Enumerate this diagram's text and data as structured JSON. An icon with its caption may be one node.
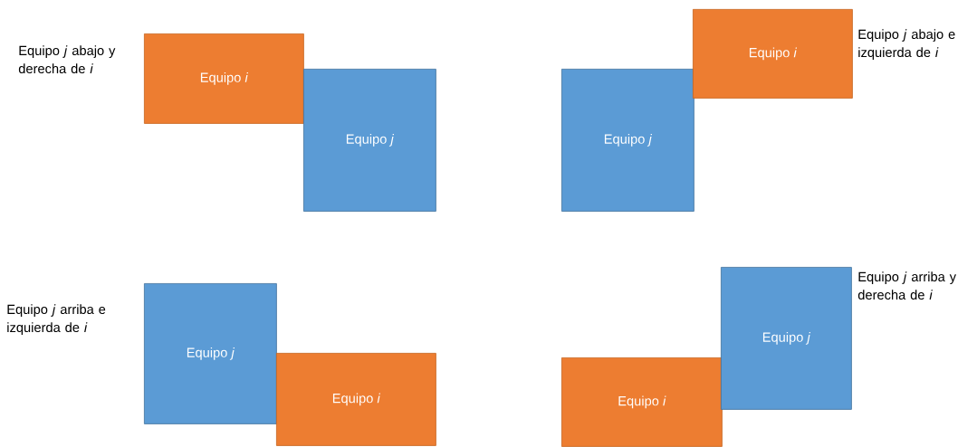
{
  "diagram": {
    "nodes": [
      {
        "text": [
          "Equipo *i*"
        ]
      },
      {
        "text": [
          "Equipo *j*"
        ]
      },
      {
        "text": [
          "Equipo *j*"
        ]
      },
      {
        "text": [
          "Equipo *i*"
        ]
      },
      {
        "text": [
          "Equipo *j*"
        ]
      },
      {
        "text": [
          "Equipo *i*"
        ]
      },
      {
        "text": [
          "Equipo *i*"
        ]
      },
      {
        "text": [
          "Equipo *j*"
        ]
      }
    ],
    "labels": [
      "Equipo *j* abajo y derecha de *i*",
      "Equipo *j* abajo e izquierda de *i*",
      "Equipo *j* arriba e izquierda de *i*",
      "Equipo *j* arriba y derecha de *i*"
    ]
  }
}
